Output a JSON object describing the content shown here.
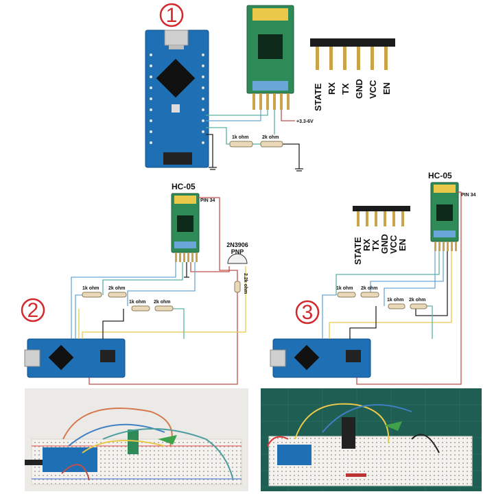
{
  "step_numbers": [
    "1",
    "2",
    "3"
  ],
  "hc05_title": "HC-05",
  "pin34_label": "PIN 34",
  "transistor": {
    "part": "2N3906",
    "type": "PNP"
  },
  "resistors": {
    "r1": "1k ohm",
    "r2": "2k ohm",
    "r3": "2.2k ohm"
  },
  "supply_label": "+3.3-6V",
  "header_pins": [
    "STATE",
    "RX",
    "TX",
    "GND",
    "VCC",
    "EN"
  ],
  "colors": {
    "board_blue": "#1f6fb5",
    "module_green": "#2e8b57",
    "wire_teal": "#5bb0a8",
    "wire_blue": "#6aa6d8",
    "wire_yellow": "#e9c84a",
    "wire_red": "#c0504a",
    "wire_black": "#222222",
    "step_red": "#d3282c"
  }
}
